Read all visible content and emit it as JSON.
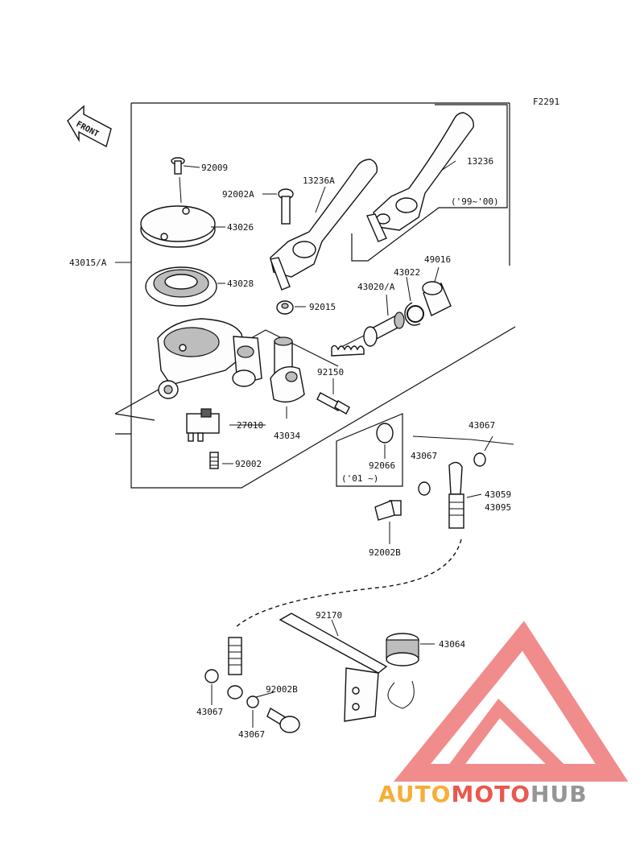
{
  "figure_code": "F2291",
  "front_label": "FRONT",
  "parts": [
    {
      "id": "92009",
      "label": "92009"
    },
    {
      "id": "92002A",
      "label": "92002A"
    },
    {
      "id": "13236A",
      "label": "13236A"
    },
    {
      "id": "13236",
      "label": "13236"
    },
    {
      "id": "43026",
      "label": "43026"
    },
    {
      "id": "43015A",
      "label": "43015/A"
    },
    {
      "id": "43028",
      "label": "43028"
    },
    {
      "id": "92015",
      "label": "92015"
    },
    {
      "id": "43020A",
      "label": "43020/A"
    },
    {
      "id": "43022",
      "label": "43022"
    },
    {
      "id": "49016",
      "label": "49016"
    },
    {
      "id": "92150",
      "label": "92150"
    },
    {
      "id": "27010",
      "label": "27010"
    },
    {
      "id": "43034",
      "label": "43034"
    },
    {
      "id": "92002",
      "label": "92002"
    },
    {
      "id": "92066",
      "label": "92066"
    },
    {
      "id": "43067a",
      "label": "43067"
    },
    {
      "id": "43067b",
      "label": "43067"
    },
    {
      "id": "43059",
      "label": "43059"
    },
    {
      "id": "43095",
      "label": "43095"
    },
    {
      "id": "92002B",
      "label": "92002B"
    },
    {
      "id": "92170",
      "label": "92170"
    },
    {
      "id": "43064",
      "label": "43064"
    },
    {
      "id": "43067c",
      "label": "43067"
    },
    {
      "id": "92002Bb",
      "label": "92002B"
    },
    {
      "id": "43067d",
      "label": "43067"
    }
  ],
  "notes": {
    "range_99_00": "('99~'00)",
    "range_01": "('01 ~)"
  },
  "watermark": {
    "part1": "AUTO",
    "part2": "MOTO",
    "part3": "HUB",
    "colors": {
      "orange": "#f5a623",
      "red": "#e8463c",
      "gray": "#8a8a8a",
      "triangle": "#f08080"
    }
  }
}
